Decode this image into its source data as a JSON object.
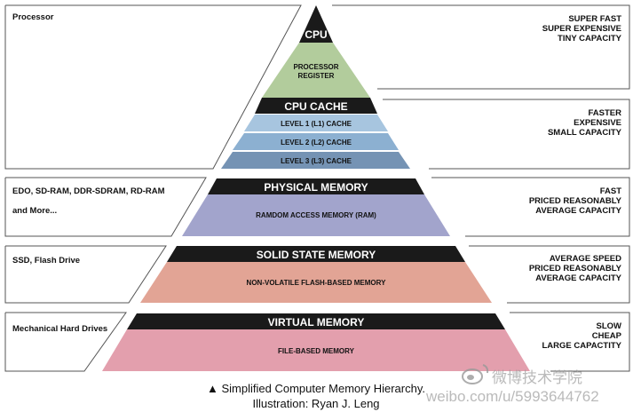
{
  "colors": {
    "black": "#1a1a1a",
    "register_green": "#b2cc9c",
    "cache_l1": "#a7c5df",
    "cache_l2": "#8cb0d1",
    "cache_l3": "#7593b4",
    "ram_purple": "#a2a4cc",
    "flash_salmon": "#e2a495",
    "virtual_pink": "#e39fad"
  },
  "tiers": [
    {
      "left_lines": [
        "Processor"
      ],
      "right_lines": [
        "SUPER FAST",
        "SUPER EXPENSIVE",
        "TINY CAPACITY"
      ],
      "title": "CPU",
      "sublabel_lines": [
        "PROCESSOR",
        "REGISTER"
      ]
    },
    {
      "left_lines": [],
      "right_lines": [
        "FASTER",
        "EXPENSIVE",
        "SMALL CAPACITY"
      ],
      "title": "CPU CACHE",
      "cache_levels": [
        "LEVEL 1 (L1) CACHE",
        "LEVEL 2 (L2) CACHE",
        "LEVEL 3 (L3) CACHE"
      ]
    },
    {
      "left_lines": [
        "EDO, SD-RAM, DDR-SDRAM, RD-RAM",
        "and More..."
      ],
      "right_lines": [
        "FAST",
        "PRICED REASONABLY",
        "AVERAGE CAPACITY"
      ],
      "title": "PHYSICAL MEMORY",
      "sublabel": "RAMDOM ACCESS MEMORY (RAM)"
    },
    {
      "left_lines": [
        "SSD, Flash Drive"
      ],
      "right_lines": [
        "AVERAGE SPEED",
        "PRICED REASONABLY",
        "AVERAGE CAPACITY"
      ],
      "title": "SOLID STATE MEMORY",
      "sublabel": "NON-VOLATILE FLASH-BASED MEMORY"
    },
    {
      "left_lines": [
        "Mechanical Hard Drives"
      ],
      "right_lines": [
        "SLOW",
        "CHEAP",
        "LARGE CAPACTITY"
      ],
      "title": "VIRTUAL MEMORY",
      "sublabel": "FILE-BASED MEMORY"
    }
  ],
  "caption": {
    "line1": "▲ Simplified Computer Memory Hierarchy.",
    "line2": "Illustration: Ryan J. Leng"
  },
  "watermark": {
    "logo_text": "微博技术学院",
    "url_text": "weibo.com/u/5993644762"
  }
}
